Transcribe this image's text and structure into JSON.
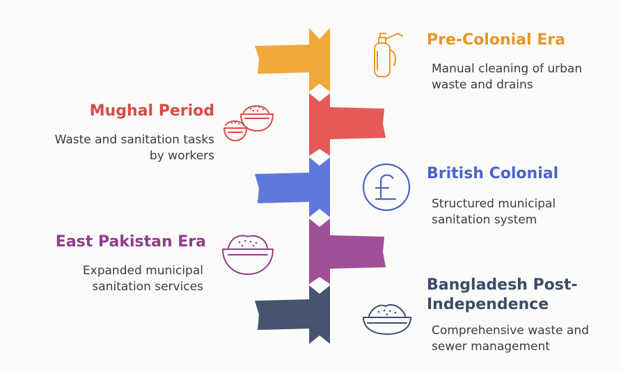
{
  "colors": {
    "orange": "#f2a93b",
    "red": "#e45a58",
    "blue": "#5f78dc",
    "purple": "#a04f99",
    "slate": "#46546f",
    "text": "#3b3b3b"
  },
  "steps": [
    {
      "title": "Pre-Colonial Era",
      "desc_lines": [
        "Manual cleaning of urban",
        "waste and drains"
      ],
      "color": "#e8952a",
      "icon": "fire-extinguisher-icon"
    },
    {
      "title": "Mughal Period",
      "desc_lines": [
        "Waste and sanitation tasks",
        "by workers"
      ],
      "color": "#d94a47",
      "icon": "food-bowls-icon"
    },
    {
      "title": "British Colonial",
      "desc_lines": [
        "Structured municipal",
        "sanitation system"
      ],
      "color": "#4d63c8",
      "icon": "pound-coin-icon"
    },
    {
      "title": "East Pakistan Era",
      "desc_lines": [
        "Expanded municipal",
        "sanitation services"
      ],
      "color": "#8f3d8a",
      "icon": "rice-bowl-icon"
    },
    {
      "title_lines": [
        "Bangladesh Post-",
        "Independence"
      ],
      "desc_lines": [
        "Comprehensive waste and",
        "sewer management"
      ],
      "color": "#3e4b6a",
      "icon": "dish-bowl-icon"
    }
  ]
}
